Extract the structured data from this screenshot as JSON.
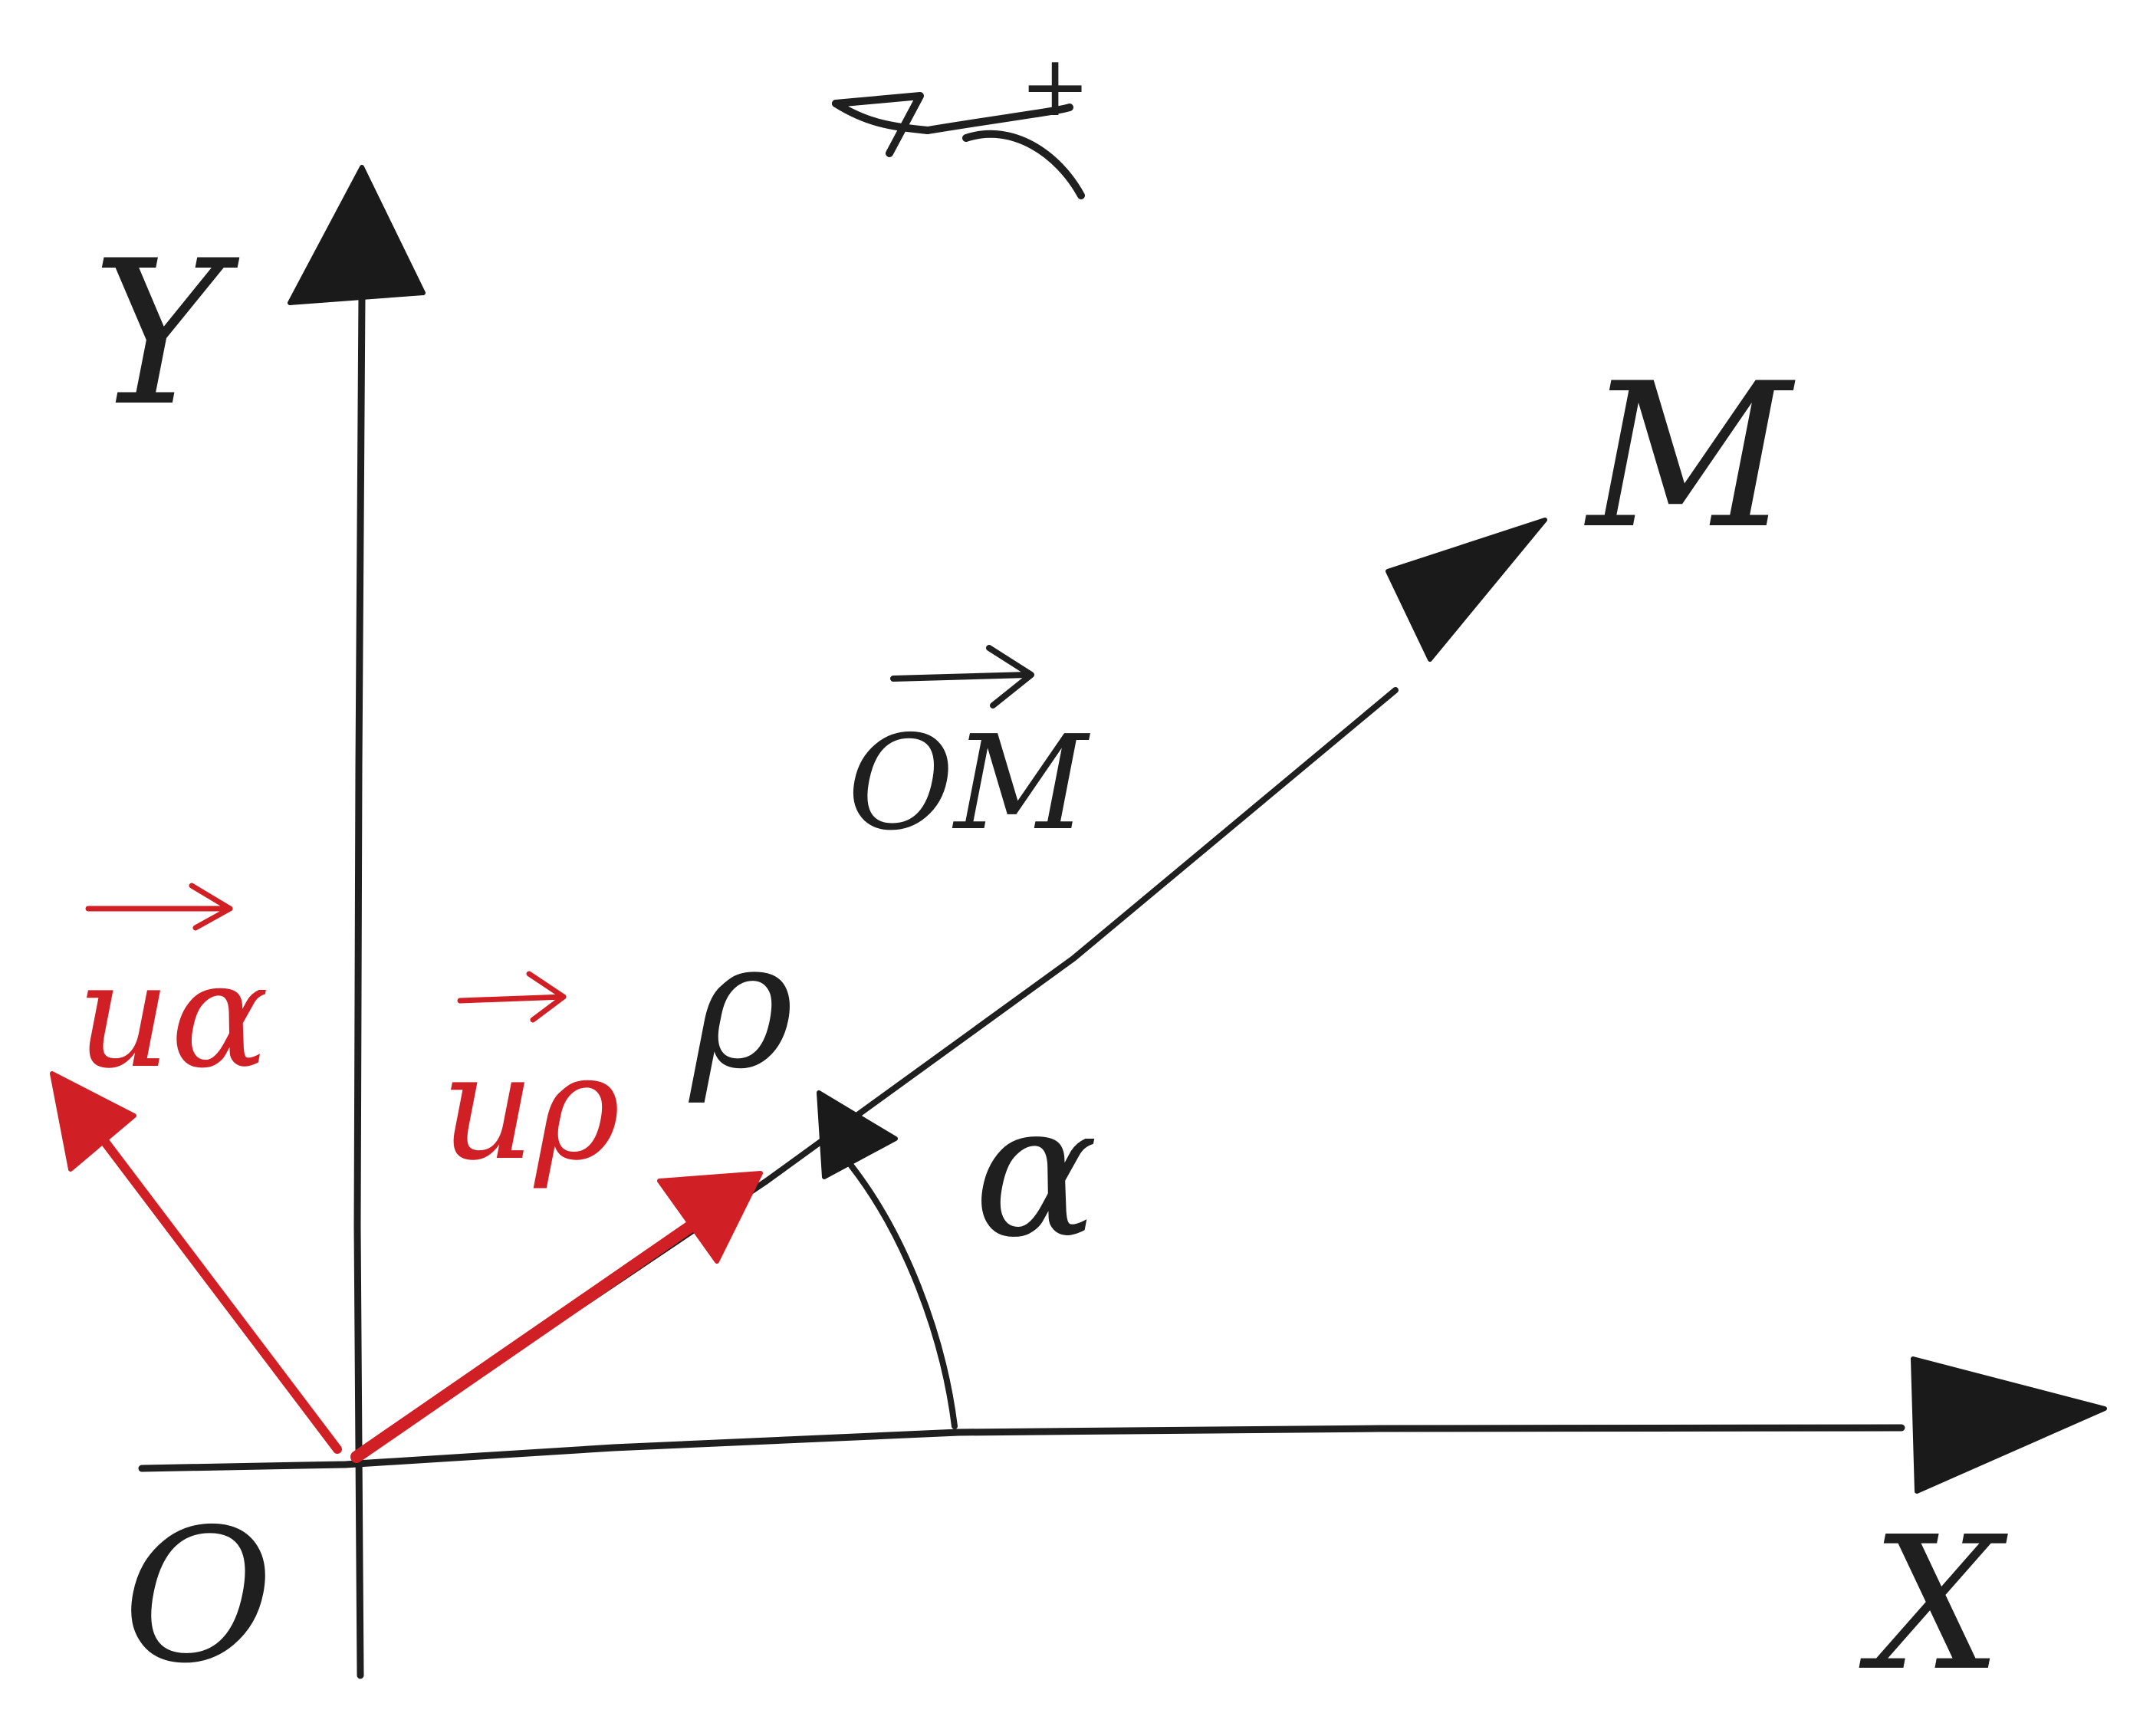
{
  "labels": {
    "y_axis": "Y",
    "x_axis": "X",
    "origin": "O",
    "point": "M",
    "vector_om": "OM",
    "rho": "ρ",
    "alpha": "α",
    "orientation": "+",
    "u_alpha": "uα",
    "u_rho": "uρ"
  },
  "colors": {
    "ink": "#1f1f1f",
    "unit_vectors": "#d11f26"
  },
  "icons": {
    "orientation_arrow": "counterclockwise-arrow-icon"
  }
}
